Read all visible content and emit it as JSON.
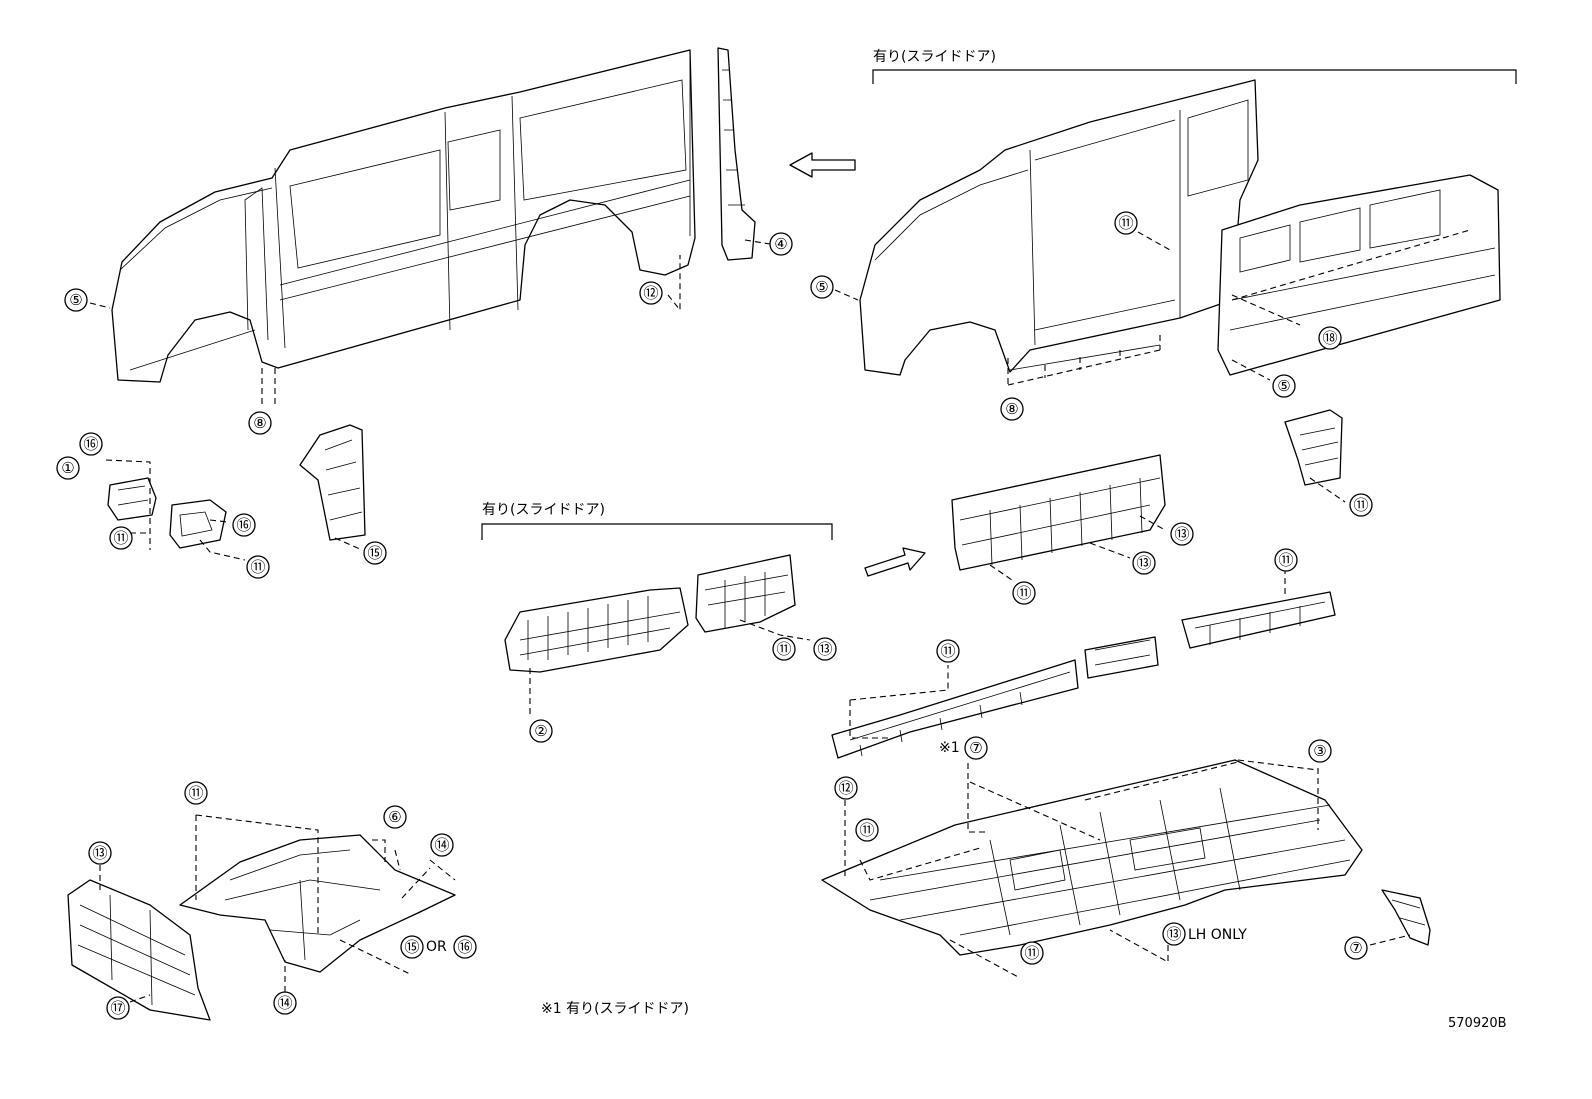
{
  "header_notes": {
    "top_right": "有り(スライドドア)",
    "middle": "有り(スライドドア)"
  },
  "footnote": "※1 有り(スライドドア)",
  "footnote_marker": "※1",
  "diagram_code": "570920B",
  "suffix_or": "OR",
  "suffix_lh_only": "LH ONLY",
  "callouts": [
    {
      "id": "c1",
      "num": "①"
    },
    {
      "id": "c2",
      "num": "②"
    },
    {
      "id": "c3",
      "num": "③"
    },
    {
      "id": "c4",
      "num": "④"
    },
    {
      "id": "c5a",
      "num": "⑤"
    },
    {
      "id": "c5b",
      "num": "⑤"
    },
    {
      "id": "c5c",
      "num": "⑤"
    },
    {
      "id": "c6",
      "num": "⑥"
    },
    {
      "id": "c7a",
      "num": "⑦"
    },
    {
      "id": "c7b",
      "num": "⑦"
    },
    {
      "id": "c8a",
      "num": "⑧"
    },
    {
      "id": "c8b",
      "num": "⑧"
    },
    {
      "id": "c11a",
      "num": "⑪"
    },
    {
      "id": "c11b",
      "num": "⑪"
    },
    {
      "id": "c11c",
      "num": "⑪"
    },
    {
      "id": "c11d",
      "num": "⑪"
    },
    {
      "id": "c11e",
      "num": "⑪"
    },
    {
      "id": "c11f",
      "num": "⑪"
    },
    {
      "id": "c11g",
      "num": "⑪"
    },
    {
      "id": "c11h",
      "num": "⑪"
    },
    {
      "id": "c11i",
      "num": "⑪"
    },
    {
      "id": "c11j",
      "num": "⑪"
    },
    {
      "id": "c11k",
      "num": "⑪"
    },
    {
      "id": "c12a",
      "num": "⑫"
    },
    {
      "id": "c12b",
      "num": "⑫"
    },
    {
      "id": "c13a",
      "num": "⑬"
    },
    {
      "id": "c13b",
      "num": "⑬"
    },
    {
      "id": "c13c",
      "num": "⑬"
    },
    {
      "id": "c13d",
      "num": "⑬"
    },
    {
      "id": "c13e",
      "num": "⑬"
    },
    {
      "id": "c14a",
      "num": "⑭"
    },
    {
      "id": "c14b",
      "num": "⑭"
    },
    {
      "id": "c15a",
      "num": "⑮"
    },
    {
      "id": "c15b",
      "num": "⑮"
    },
    {
      "id": "c16a",
      "num": "⑯"
    },
    {
      "id": "c16b",
      "num": "⑯"
    },
    {
      "id": "c16c",
      "num": "⑯"
    },
    {
      "id": "c17",
      "num": "⑰"
    },
    {
      "id": "c18",
      "num": "⑱"
    }
  ]
}
